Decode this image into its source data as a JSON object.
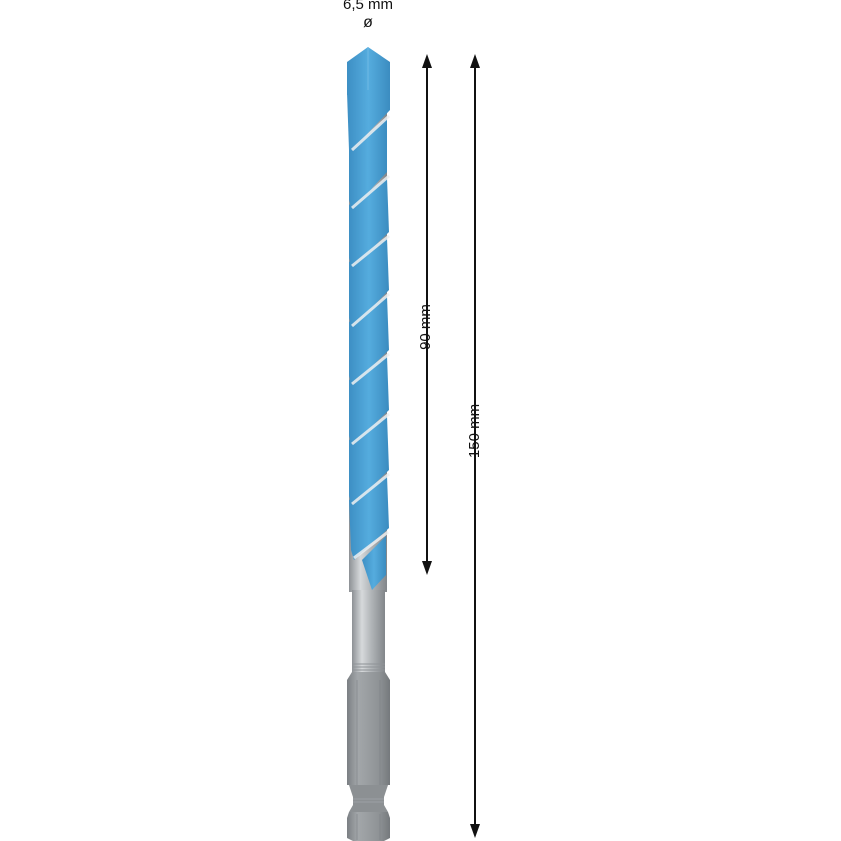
{
  "product": {
    "type": "multi-purpose drill bit with hex shank",
    "diameter_label": "6,5 mm",
    "diameter_symbol": "ø",
    "colors": {
      "flute_blue": "#4aa3d8",
      "flute_blue_dark": "#3b8cc0",
      "steel_light": "#d9dcde",
      "steel_mid": "#a7abae",
      "steel_dark": "#7e8286",
      "dimension_line": "#111111"
    }
  },
  "dimensions": {
    "working_length_label": "90 mm",
    "total_length_label": "150 mm"
  }
}
